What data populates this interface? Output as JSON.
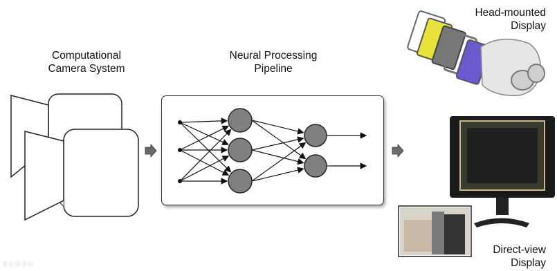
{
  "diagram": {
    "camera_label_line1": "Computational",
    "camera_label_line2": "Camera System",
    "pipeline_label_line1": "Neural Processing",
    "pipeline_label_line2": "Pipeline",
    "hmd_label_line1": "Head-mounted",
    "hmd_label_line2": "Display",
    "dv_label_line1": "Direct-view",
    "dv_label_line2": "Display"
  },
  "footer": {
    "license_icons": "Ⓒⓒⓐⓝⓢ"
  },
  "colors": {
    "node_fill": "#808080",
    "lens_fill": "#cfe9f3",
    "arrow_fill": "#6b6b6b"
  }
}
